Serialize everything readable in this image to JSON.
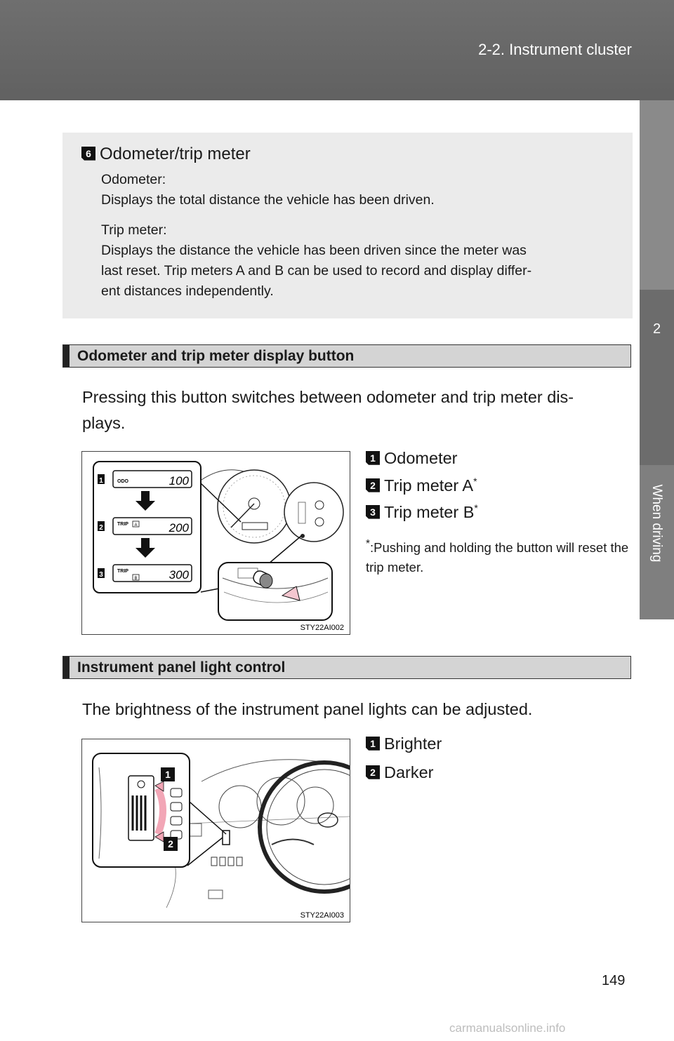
{
  "header": {
    "section_title": "2-2. Instrument cluster"
  },
  "side_tab": {
    "chapter_number": "2",
    "chapter_label": "When driving"
  },
  "odometer_item": {
    "badge": "6",
    "title": "Odometer/trip meter",
    "odometer_label": "Odometer:",
    "odometer_desc": "Displays the total distance the vehicle has been driven.",
    "trip_label": "Trip meter:",
    "trip_desc_lines": [
      "Displays the distance the vehicle has been driven since the meter was",
      "last reset. Trip meters A and B can be used to record and display differ-",
      "ent distances independently."
    ]
  },
  "section1": {
    "heading": "Odometer and trip meter display button",
    "body_lines": [
      "Pressing this button switches between odometer and trip meter dis-",
      "plays."
    ],
    "legend": [
      {
        "badge": "1",
        "label": "Odometer",
        "asterisk": ""
      },
      {
        "badge": "2",
        "label": "Trip meter A",
        "asterisk": "*"
      },
      {
        "badge": "3",
        "label": "Trip meter B",
        "asterisk": "*"
      }
    ],
    "footnote_mark": "*",
    "footnote_text": ":Pushing and holding the button will reset the trip meter.",
    "figure": {
      "code": "STY22AI002",
      "displays": [
        {
          "badge": "1",
          "mode": "ODO",
          "value": "100"
        },
        {
          "badge": "2",
          "mode": "TRIP",
          "value": "200"
        },
        {
          "badge": "3",
          "mode": "TRIP",
          "value": "300"
        }
      ],
      "trip_a_letter": "A",
      "trip_b_letter": "B"
    }
  },
  "section2": {
    "heading": "Instrument panel light control",
    "body": "The brightness of the instrument panel lights can be adjusted.",
    "legend": [
      {
        "badge": "1",
        "label": "Brighter"
      },
      {
        "badge": "2",
        "label": "Darker"
      }
    ],
    "figure": {
      "code": "STY22AI003",
      "callout_1": "1",
      "callout_2": "2"
    }
  },
  "page_number": "149",
  "watermark": "carmanualsonline.info"
}
